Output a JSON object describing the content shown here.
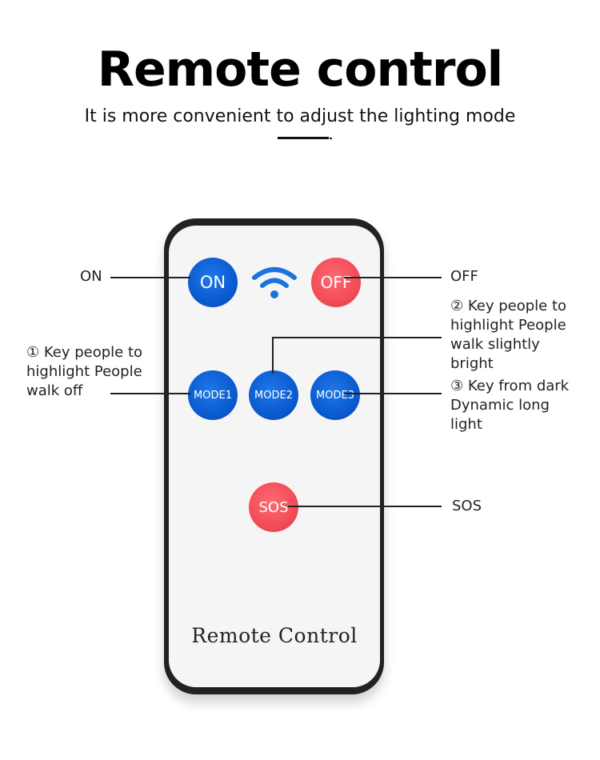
{
  "heading": {
    "title": "Remote control",
    "subtitle": "It is more convenient to adjust the lighting mode"
  },
  "remote": {
    "label": "Remote Control",
    "buttons": {
      "on": "ON",
      "off": "OFF",
      "mode1": "MODE1",
      "mode2": "MODE2",
      "mode3": "MODE3",
      "sos": "SOS"
    },
    "icons": {
      "signal": "wifi-signal-icon"
    }
  },
  "callouts": {
    "on": "ON",
    "off": "OFF",
    "mode1": [
      "① Key people to",
      "highlight People",
      "walk off"
    ],
    "mode2": [
      "② Key people to",
      "highlight People",
      "walk slightly",
      "bright"
    ],
    "mode3": [
      "③ Key from dark",
      "Dynamic long",
      "light"
    ],
    "sos": "SOS"
  },
  "colors": {
    "blue_button": "#0a5bd0",
    "red_button": "#f24c57",
    "remote_body": "#222222",
    "remote_face": "#f5f5f5"
  }
}
